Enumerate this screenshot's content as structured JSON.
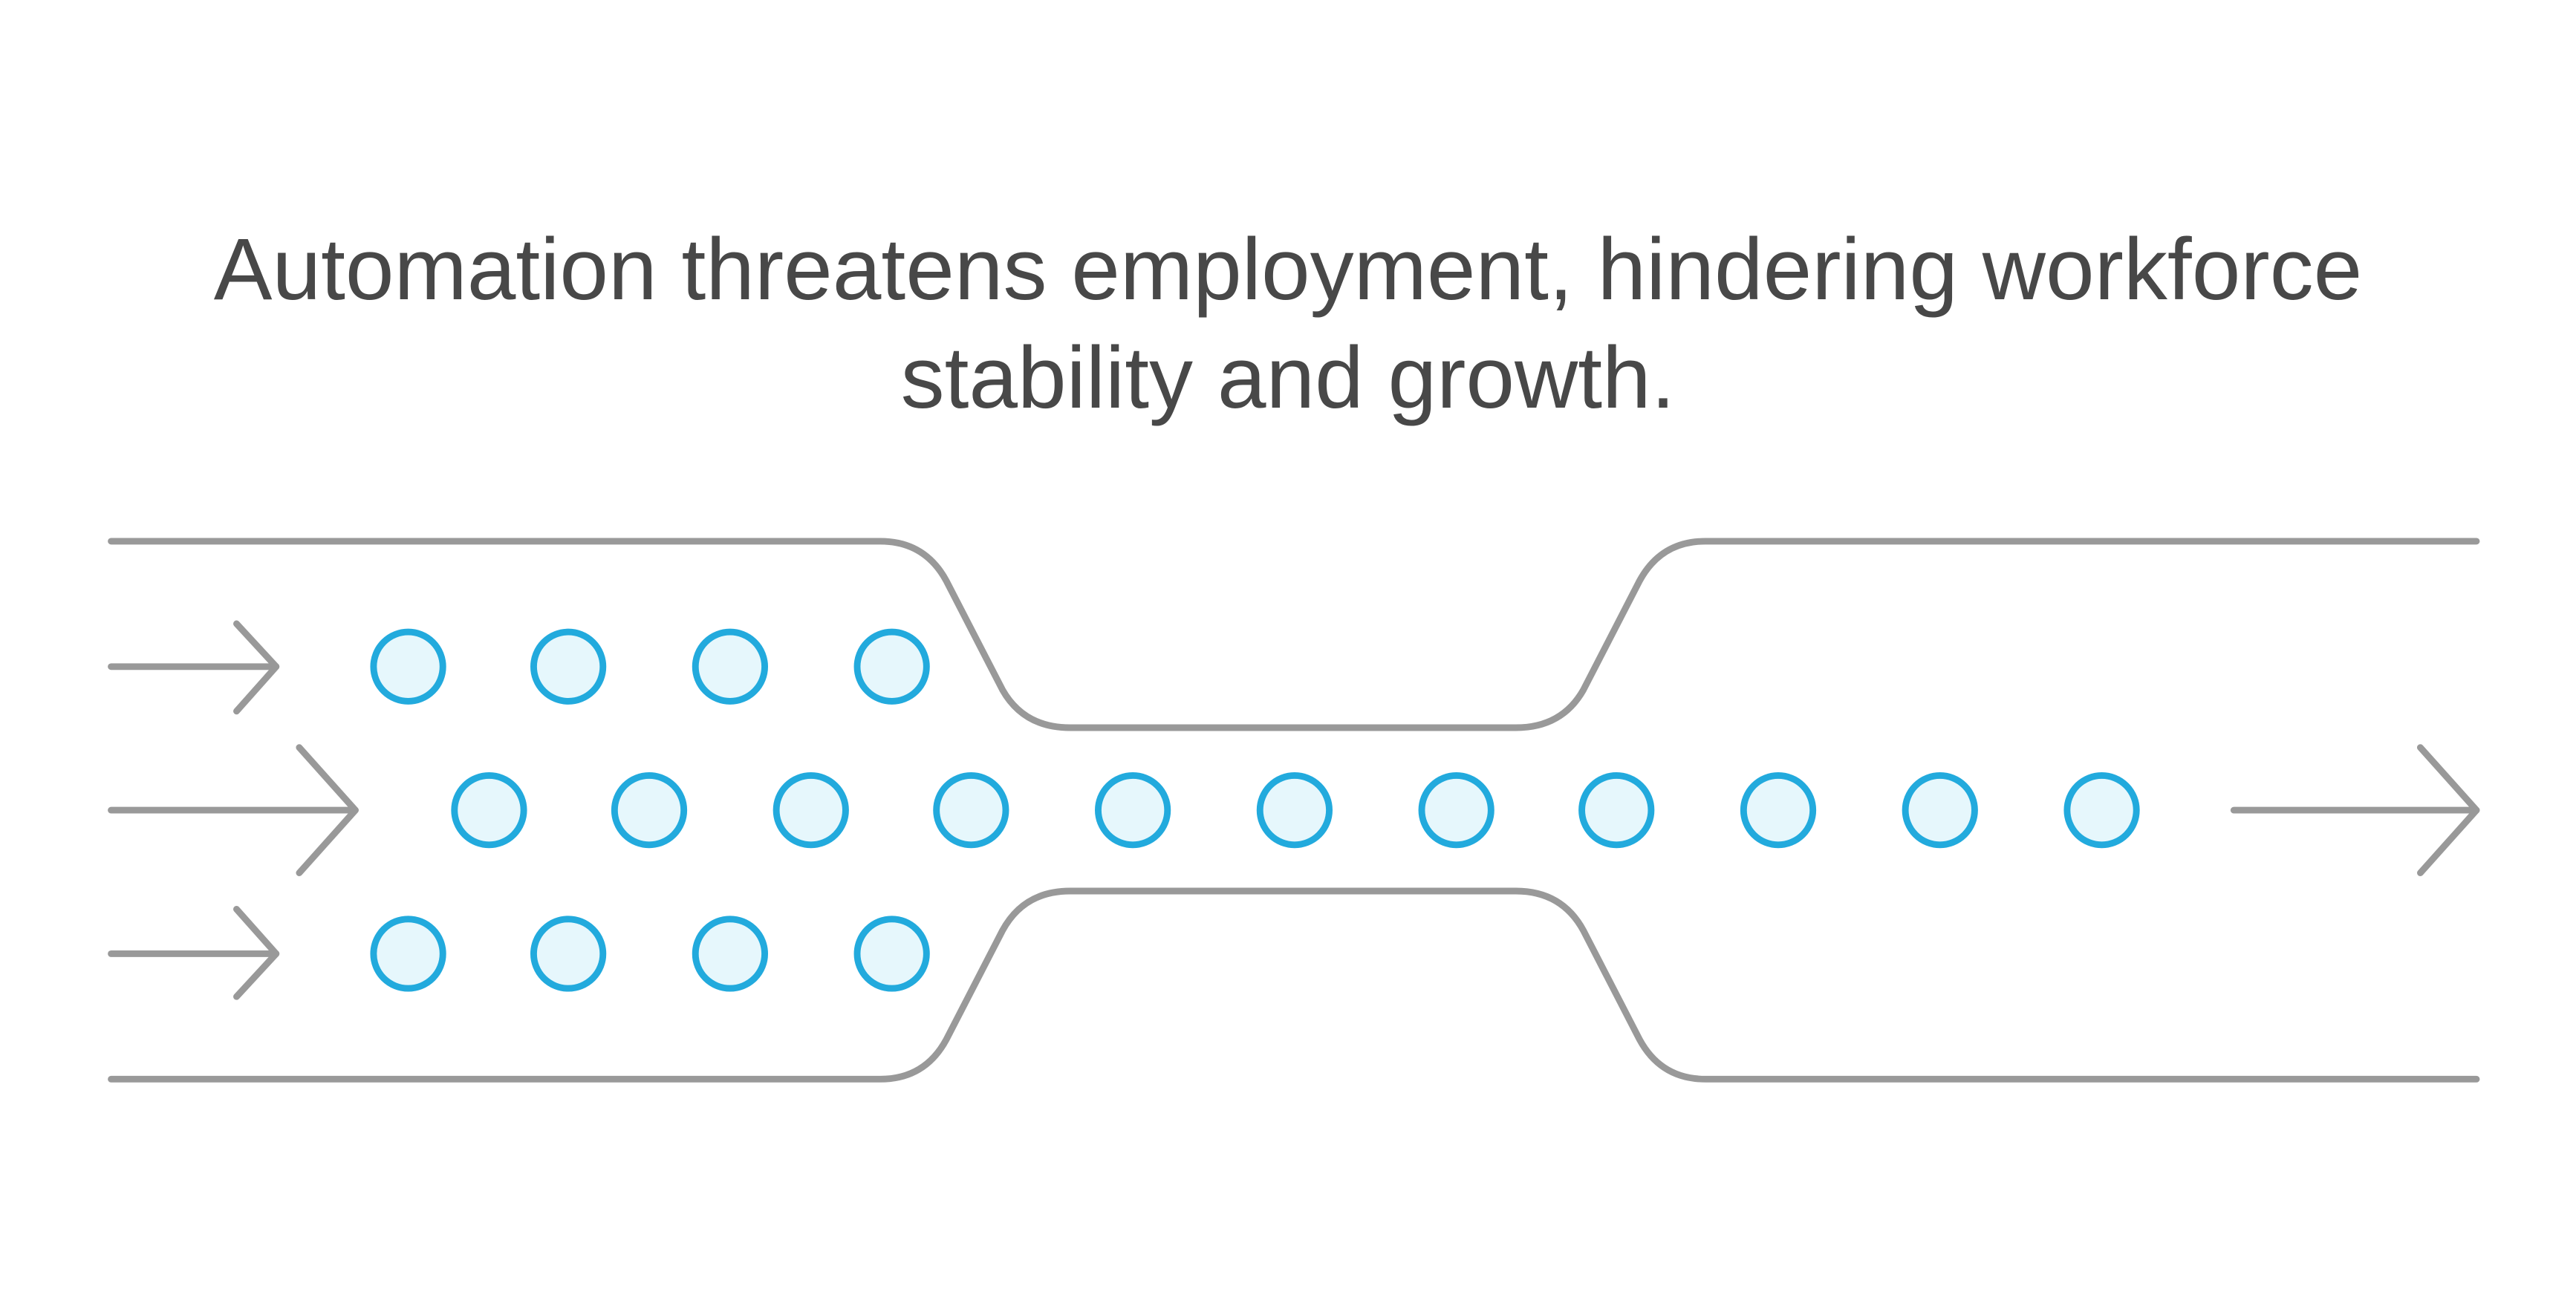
{
  "title": {
    "line1": "Automation threatens employment, hindering workforce",
    "line2": "stability and growth."
  },
  "diagram": {
    "type": "funnel-bottleneck",
    "line_color": "#999999",
    "circle_stroke": "#22AADD",
    "circle_fill": "#E6F7FC",
    "input_rows": 3,
    "top_row_circles": 4,
    "middle_row_circles": 11,
    "bottom_row_circles": 4,
    "input_arrows": [
      "arrow-top",
      "arrow-middle",
      "arrow-bottom"
    ],
    "output_arrows": [
      "arrow-output"
    ]
  }
}
